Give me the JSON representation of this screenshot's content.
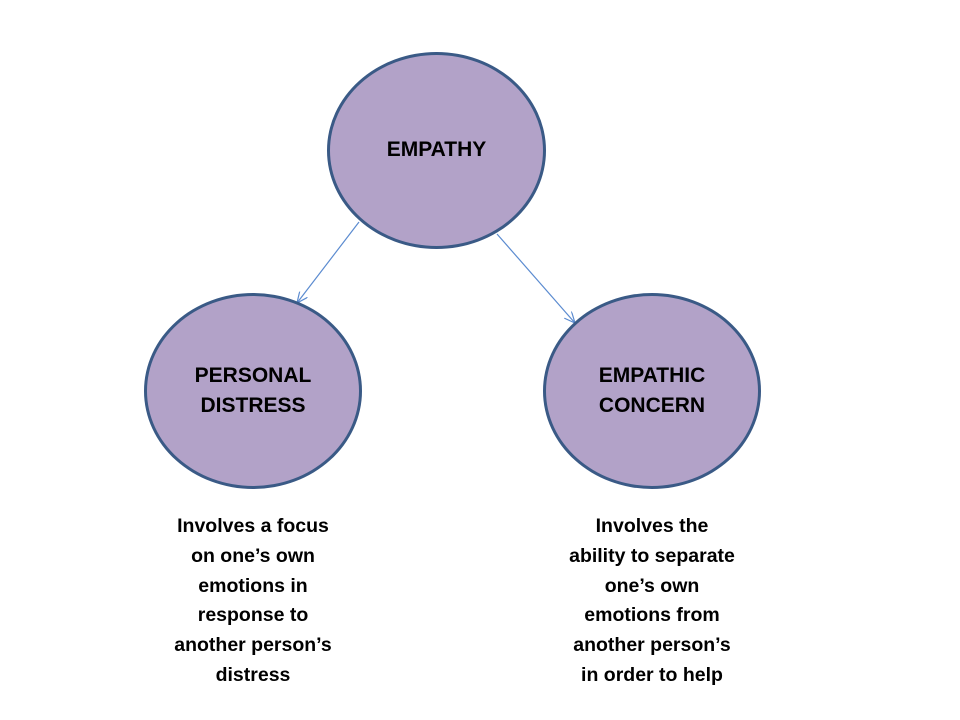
{
  "colors": {
    "node_fill": "#b2a2c8",
    "node_border": "#3a5a86",
    "arrow": "#5b8bd0",
    "text": "#000000"
  },
  "nodes": {
    "empathy": {
      "lines": [
        "EMPATHY"
      ]
    },
    "personal_distress": {
      "lines": [
        "PERSONAL",
        "DISTRESS"
      ]
    },
    "empathic_concern": {
      "lines": [
        "EMPATHIC",
        "CONCERN"
      ]
    }
  },
  "descriptions": {
    "personal_distress": {
      "lines": [
        "Involves a focus",
        "on one’s own",
        "emotions in",
        "response to",
        "another person’s",
        "distress"
      ]
    },
    "empathic_concern": {
      "lines": [
        "Involves the",
        "ability to separate",
        "one’s own",
        "emotions from",
        "another person’s",
        "in order to help"
      ]
    }
  },
  "edges": [
    {
      "from": "empathy",
      "to": "personal_distress"
    },
    {
      "from": "empathy",
      "to": "empathic_concern"
    }
  ]
}
